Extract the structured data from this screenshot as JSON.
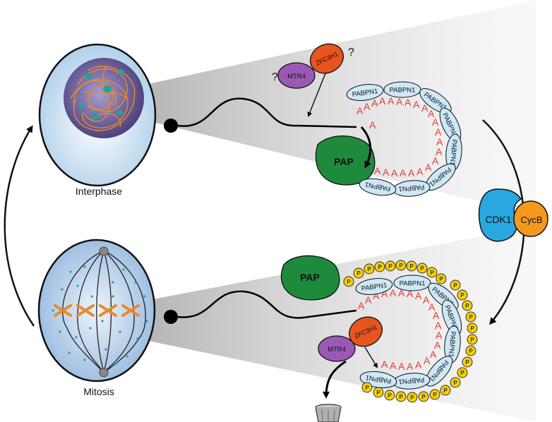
{
  "cells": {
    "interphase_label": "Interphase",
    "mitosis_label": "Mitosis"
  },
  "proteins": {
    "mtr4": "MTR4",
    "zfc3h1": "ZFC3H1",
    "pap": "PAP",
    "pabpn1": "PABPN1",
    "cdk1": "CDK1",
    "cycb": "CycB",
    "phospho": "P",
    "question": "?",
    "adenine": "A"
  },
  "colors": {
    "mtr4": "#9b59b6",
    "zfc3h1": "#e8541e",
    "pap": "#1e8a3c",
    "pabpn1": "#cde8f7",
    "cdk1": "#29a8e0",
    "cycb": "#f39a1e",
    "phospho": "#f5d000",
    "polyA": "#e53935",
    "nucleus": "#5e4a8c",
    "chromatin": "#e8892a"
  },
  "icons": [
    "trash-can-icon",
    "cycle-arrow-icon"
  ]
}
